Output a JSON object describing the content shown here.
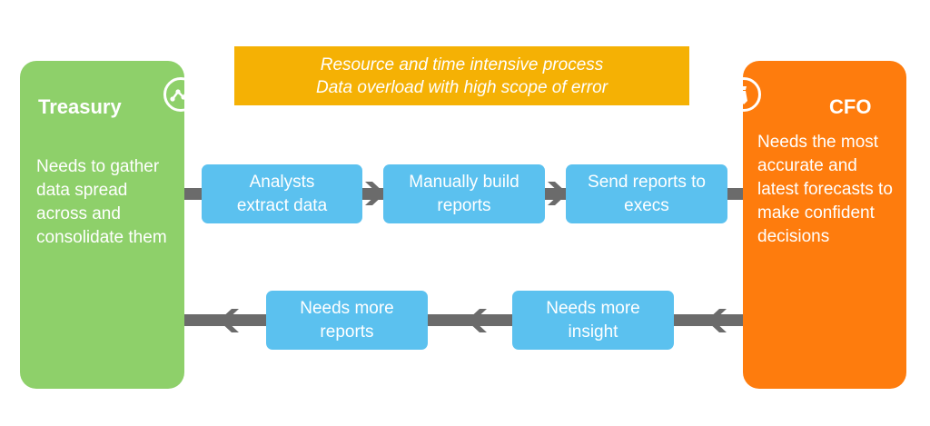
{
  "banner": {
    "line1": "Resource and time intensive process",
    "line2": "Data overload with high scope of error"
  },
  "treasury": {
    "title": "Treasury",
    "description": "Needs to gather data spread across and consolidate them",
    "icon": "line-chart-icon",
    "color": "#8ed06a"
  },
  "cfo": {
    "title": "CFO",
    "description": "Needs the most accurate and latest forecasts to make confident decisions",
    "icon": "necktie-icon",
    "color": "#fe7c0d"
  },
  "forward_steps": [
    {
      "label": "Analysts extract data"
    },
    {
      "label": "Manually build reports"
    },
    {
      "label": "Send reports to execs"
    }
  ],
  "return_steps": [
    {
      "label": "Needs more insight"
    },
    {
      "label": "Needs more reports"
    }
  ],
  "colors": {
    "banner": "#f5b104",
    "step": "#5bc1ef",
    "connector": "#6b6b6b"
  }
}
